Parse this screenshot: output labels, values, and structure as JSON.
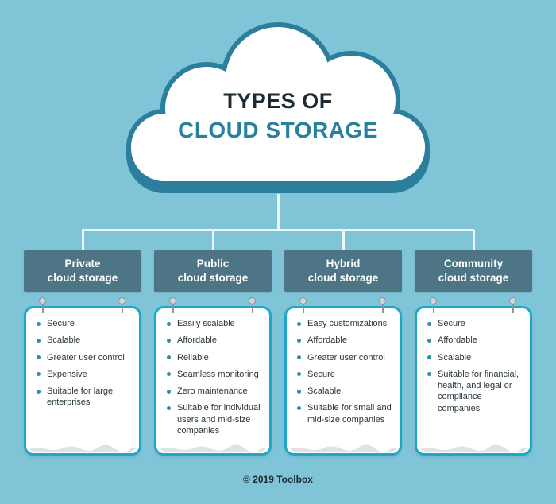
{
  "title": {
    "line1": "TYPES OF",
    "line2": "CLOUD STORAGE"
  },
  "colors": {
    "background": "#7FC5D7",
    "cloud_fill": "#FFFFFF",
    "cloud_outline": "#2B7F9C",
    "title_dark": "#1B2A33",
    "title_teal": "#27819E",
    "connector": "#EDF7FA",
    "header_bg": "#4D7585",
    "header_text": "#FFFFFF",
    "card_bg": "#FFFFFF",
    "card_border": "#1FA7CB",
    "bullet": "#2E8FA8",
    "item_text": "#2A363C",
    "pin": "#8B9499"
  },
  "columns": [
    {
      "id": "private",
      "header_line1": "Private",
      "header_line2": "cloud storage",
      "items": [
        "Secure",
        "Scalable",
        "Greater user control",
        "Expensive",
        "Suitable for large enterprises"
      ]
    },
    {
      "id": "public",
      "header_line1": "Public",
      "header_line2": "cloud storage",
      "items": [
        "Easily scalable",
        "Affordable",
        "Reliable",
        "Seamless monitoring",
        "Zero maintenance",
        "Suitable for individual users and mid-size companies"
      ]
    },
    {
      "id": "hybrid",
      "header_line1": "Hybrid",
      "header_line2": "cloud storage",
      "items": [
        "Easy customizations",
        "Affordable",
        "Greater user control",
        "Secure",
        "Scalable",
        "Suitable for small and mid-size companies"
      ]
    },
    {
      "id": "community",
      "header_line1": "Community",
      "header_line2": "cloud storage",
      "items": [
        "Secure",
        "Affordable",
        "Scalable",
        "Suitable for financial, health, and legal or compliance companies"
      ]
    }
  ],
  "footer": {
    "copyright": "© 2019 Toolbox"
  }
}
